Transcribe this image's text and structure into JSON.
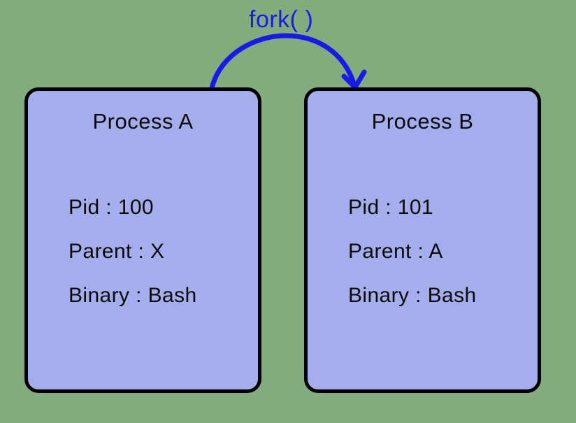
{
  "diagram": {
    "title_text": "fork( )",
    "background_color": "#84ab7d",
    "box_fill_color": "#a5aeec",
    "box_border_color": "#000000",
    "arrow_color": "#1a1ae8",
    "text_color": "#0a0a0a",
    "arrow": {
      "label": "fork( )",
      "from": "Process A",
      "to": "Process B"
    },
    "processes": [
      {
        "id": "a",
        "title": "Process A",
        "fields": [
          "Pid : 100",
          "Parent : X",
          "Binary : Bash"
        ]
      },
      {
        "id": "b",
        "title": "Process B",
        "fields": [
          "Pid : 101",
          "Parent : A",
          "Binary : Bash"
        ]
      }
    ]
  }
}
